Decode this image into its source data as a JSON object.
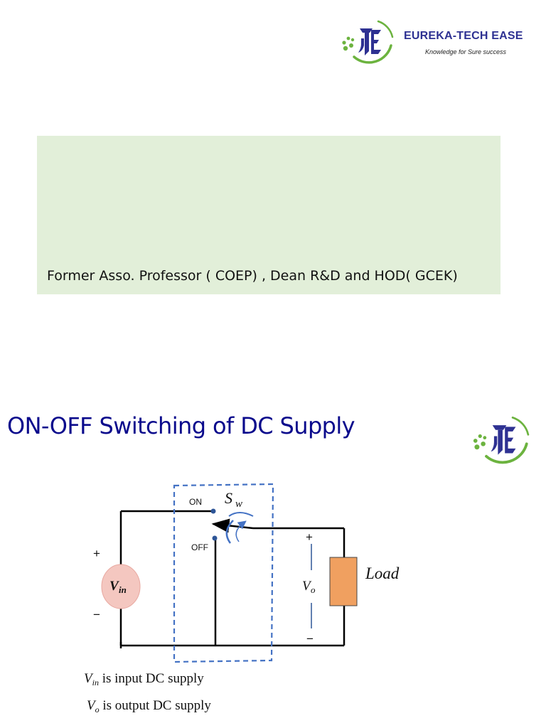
{
  "slide1": {
    "brand": {
      "name": "EUREKA-TECH EASE",
      "tagline": "Knowledge for Sure success"
    },
    "info_box": {
      "text": "Former Asso. Professor ( COEP) , Dean R&D and HOD( GCEK)"
    }
  },
  "slide2": {
    "title": "ON-OFF Switching of DC Supply",
    "circuit": {
      "on_label": "ON",
      "off_label": "OFF",
      "switch_label_main": "S",
      "switch_label_sub": "w",
      "source_label_main": "V",
      "source_label_sub": "in",
      "plus_sign": "+",
      "minus_sign": "−",
      "output_label_main": "V",
      "output_label_sub": "o",
      "load_label": "Load"
    },
    "captions": {
      "line1_var": "V",
      "line1_sub": "in",
      "line1_text": " is input  DC supply",
      "line2_var": "V",
      "line2_sub": "o",
      "line2_text": " is output DC supply"
    }
  },
  "colors": {
    "brand_blue": "#2e3192",
    "title_blue": "#0a0a8c",
    "info_box_bg": "#e2efd9",
    "dashed_box": "#4472c4",
    "source_fill": "#f4c7c0",
    "load_fill": "#f0a060",
    "logo_green": "#6cb33f"
  }
}
